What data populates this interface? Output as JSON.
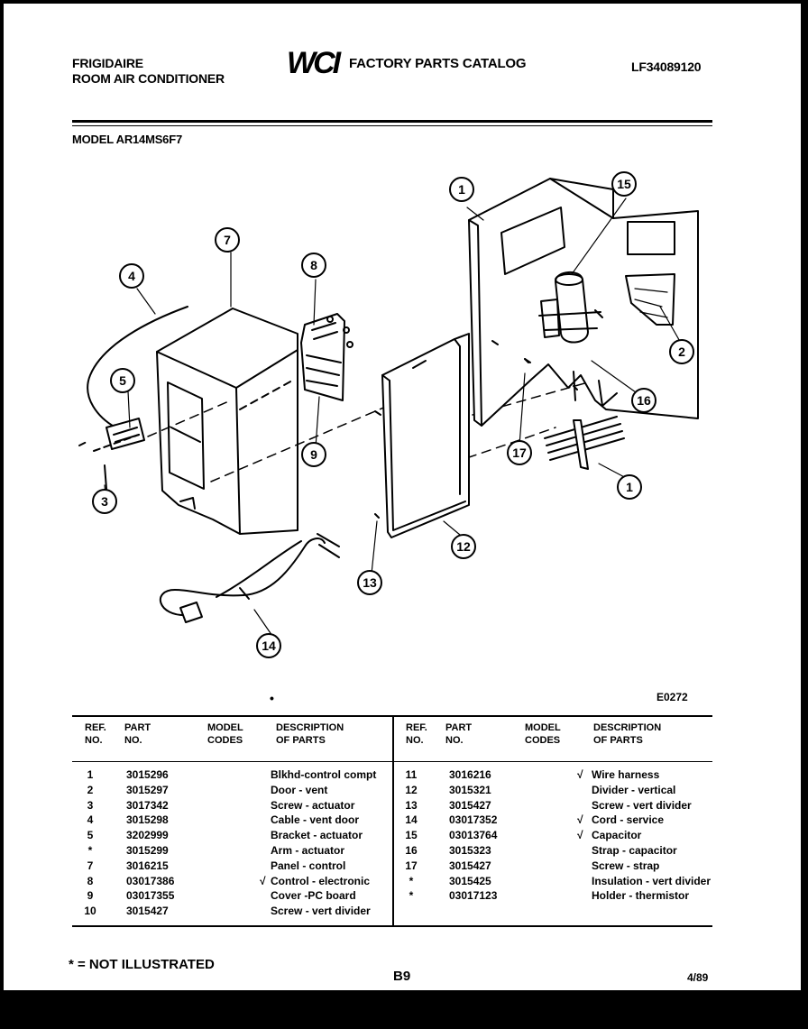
{
  "header": {
    "brand": "FRIGIDAIRE",
    "product": "ROOM AIR CONDITIONER",
    "logo_text": "WCI",
    "catalog": "FACTORY PARTS CATALOG",
    "catalog_id": "LF34089120",
    "model": "MODEL AR14MS6F7"
  },
  "callouts": {
    "1": "1",
    "2": "2",
    "3": "3",
    "4": "4",
    "5": "5",
    "7": "7",
    "8": "8",
    "9": "9",
    "12": "12",
    "13": "13",
    "14": "14",
    "15": "15",
    "16": "16",
    "17": "17"
  },
  "diagram": {
    "code": "E0272",
    "dot": "•"
  },
  "table": {
    "headers": {
      "ref1": "REF.",
      "ref2": "NO.",
      "part1": "PART",
      "part2": "NO.",
      "model1": "MODEL",
      "model2": "CODES",
      "desc1": "DESCRIPTION",
      "desc2": "OF PARTS"
    },
    "left": [
      {
        "ref": "1",
        "part": "3015296",
        "mark": "",
        "desc": "Blkhd-control compt"
      },
      {
        "ref": "2",
        "part": "3015297",
        "mark": "",
        "desc": "Door - vent"
      },
      {
        "ref": "3",
        "part": "3017342",
        "mark": "",
        "desc": "Screw - actuator"
      },
      {
        "ref": "4",
        "part": "3015298",
        "mark": "",
        "desc": "Cable - vent door"
      },
      {
        "ref": "5",
        "part": "3202999",
        "mark": "",
        "desc": "Bracket - actuator"
      },
      {
        "ref": "*",
        "part": "3015299",
        "mark": "",
        "desc": "Arm - actuator"
      },
      {
        "ref": "7",
        "part": "3016215",
        "mark": "",
        "desc": "Panel - control"
      },
      {
        "ref": "8",
        "part": "03017386",
        "mark": "√",
        "desc": "Control - electronic"
      },
      {
        "ref": "9",
        "part": "03017355",
        "mark": "",
        "desc": "Cover -PC board"
      },
      {
        "ref": "10",
        "part": "3015427",
        "mark": "",
        "desc": "Screw - vert divider"
      }
    ],
    "right": [
      {
        "ref": "11",
        "part": "3016216",
        "mark": "√",
        "desc": "Wire harness"
      },
      {
        "ref": "12",
        "part": "3015321",
        "mark": "",
        "desc": "Divider - vertical"
      },
      {
        "ref": "13",
        "part": "3015427",
        "mark": "",
        "desc": "Screw - vert divider"
      },
      {
        "ref": "14",
        "part": "03017352",
        "mark": "√",
        "desc": "Cord - service"
      },
      {
        "ref": "15",
        "part": "03013764",
        "mark": "√",
        "desc": "Capacitor"
      },
      {
        "ref": "16",
        "part": "3015323",
        "mark": "",
        "desc": "Strap - capacitor"
      },
      {
        "ref": "17",
        "part": "3015427",
        "mark": "",
        "desc": "Screw - strap"
      },
      {
        "ref": "*",
        "part": "3015425",
        "mark": "",
        "desc": "Insulation - vert divider"
      },
      {
        "ref": "*",
        "part": "03017123",
        "mark": "",
        "desc": "Holder - thermistor"
      }
    ]
  },
  "footer": {
    "note": "* = NOT ILLUSTRATED",
    "page": "B9",
    "date": "4/89"
  }
}
